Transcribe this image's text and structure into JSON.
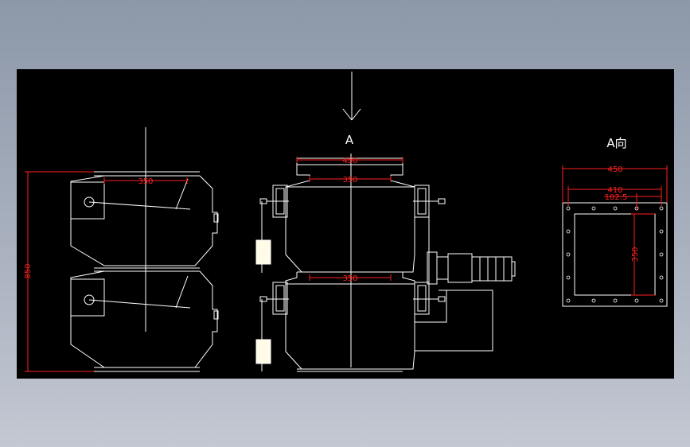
{
  "labels": {
    "view_arrow_letter": "A",
    "view_a_title": "A向"
  },
  "dimensions": {
    "left_top_width": "350",
    "left_total_height": "850",
    "mid_top_width": "450",
    "mid_upper_inner": "350",
    "mid_lower_inner": "350",
    "right_outer_width": "450",
    "right_bolt_span": "410",
    "right_edge_offset": "102.5",
    "right_inner_height": "350"
  },
  "colors": {
    "background": "#000000",
    "lines": "#ffffff",
    "dimensions": "#ff2020",
    "damper_weight": "#fffbe6"
  }
}
